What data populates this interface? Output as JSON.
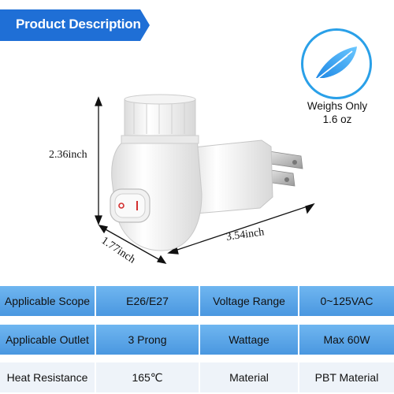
{
  "banner": {
    "title": "Product Description",
    "color": "#1f6fd6"
  },
  "badge": {
    "line1": "Weighs Only",
    "line2": "1.6 oz",
    "icon": "feather-icon",
    "accent": "#2aa0e8"
  },
  "dimensions": {
    "height": "2.36inch",
    "width": "3.54inch",
    "depth": "1.77inch"
  },
  "specs": [
    {
      "label1": "Applicable Scope",
      "value1": "E26/E27",
      "label2": "Voltage Range",
      "value2": "0~125VAC"
    },
    {
      "label1": "Applicable Outlet",
      "value1": "3 Prong",
      "label2": "Wattage",
      "value2": "Max 60W"
    },
    {
      "label1": "Heat Resistance",
      "value1": "165℃",
      "label2": "Material",
      "value2": "PBT Material"
    }
  ]
}
